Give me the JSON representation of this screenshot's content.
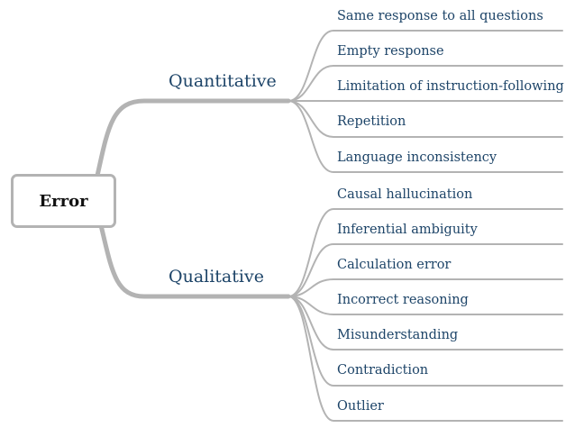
{
  "root": {
    "label": "Error"
  },
  "branches": [
    {
      "label": "Quantitative",
      "leaves": [
        "Same response to all questions",
        "Empty response",
        "Limitation of instruction-following",
        "Repetition",
        "Language inconsistency"
      ]
    },
    {
      "label": "Qualitative",
      "leaves": [
        "Causal hallucination",
        "Inferential ambiguity",
        "Calculation error",
        "Incorrect reasoning",
        "Misunderstanding",
        "Contradiction",
        "Outlier"
      ]
    }
  ],
  "colors": {
    "line": "#b3b3b3",
    "text": "#1d4468",
    "root_text": "#111111"
  }
}
